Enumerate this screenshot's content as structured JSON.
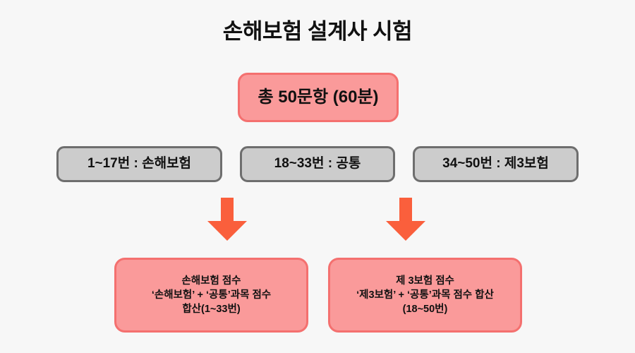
{
  "diagram": {
    "title": "손해보험 설계사 시험",
    "background_color": "#f7f7f7",
    "total": {
      "label": "총 50문항 (60분)",
      "fill_color": "#fa9a9a",
      "border_color": "#f4706f"
    },
    "sections": [
      {
        "label": "1~17번 : 손해보험",
        "range": "1~17",
        "subject": "손해보험"
      },
      {
        "label": "18~33번 : 공통",
        "range": "18~33",
        "subject": "공통"
      },
      {
        "label": "34~50번 : 제3보험",
        "range": "34~50",
        "subject": "제3보험"
      }
    ],
    "section_style": {
      "fill_color": "#cccccc",
      "border_color": "#6e6e6e"
    },
    "arrows": [
      {
        "name": "arrow-to-damage-insurance-score",
        "direction": "down",
        "color": "#fa5f3c"
      },
      {
        "name": "arrow-to-third-insurance-score",
        "direction": "down",
        "color": "#fa5f3c"
      }
    ],
    "results": [
      {
        "line1": "손해보험 점수",
        "line2": "‘손해보험’ + ‘공통’과목 점수",
        "line3": "합산(1~33번)"
      },
      {
        "line1": "제 3보험 점수",
        "line2": "‘제3보험’ + ‘공통’과목 점수 합산",
        "line3": "(18~50번)"
      }
    ],
    "result_style": {
      "fill_color": "#fa9a9a",
      "border_color": "#f4706f"
    }
  }
}
